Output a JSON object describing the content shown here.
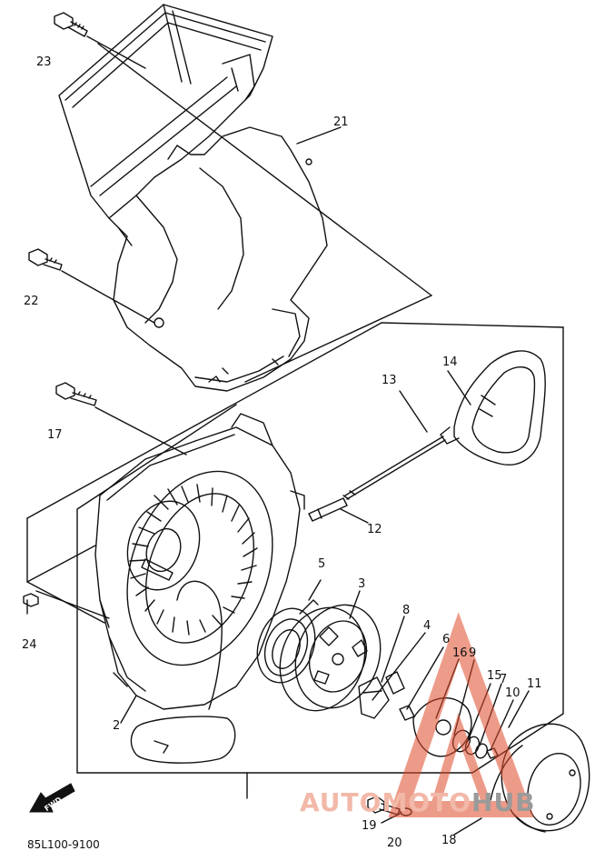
{
  "diagram": {
    "part_code": "85L100-9100",
    "forward_mark": "FWD",
    "watermark": {
      "part1": "AUTOMOTO",
      "part2": "HUB"
    },
    "callouts": [
      "2",
      "3",
      "4",
      "5",
      "6",
      "7",
      "8",
      "9",
      "10",
      "11",
      "12",
      "13",
      "14",
      "15",
      "16",
      "17",
      "18",
      "19",
      "20",
      "21",
      "22",
      "23",
      "24"
    ]
  }
}
